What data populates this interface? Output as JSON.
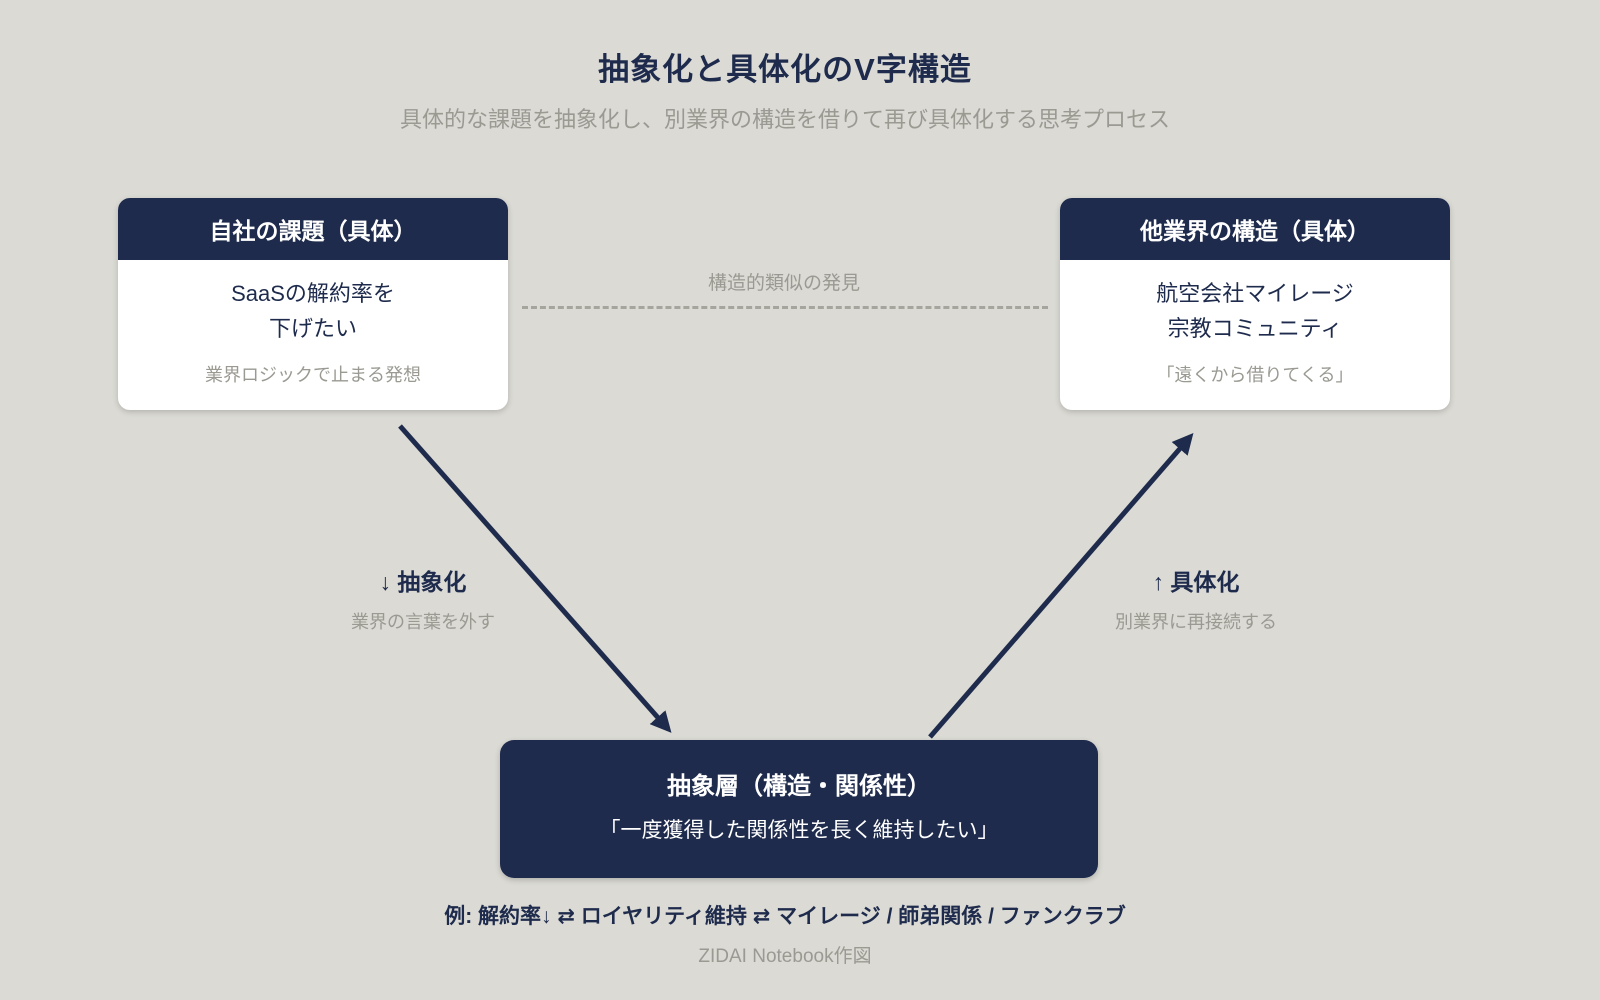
{
  "title": "抽象化と具体化のV字構造",
  "subtitle": "具体的な課題を抽象化し、別業界の構造を借りて再び具体化する思考プロセス",
  "left_box": {
    "header": "自社の課題（具体）",
    "line1": "SaaSの解約率を",
    "line2": "下げたい",
    "note": "業界ロジックで止まる発想"
  },
  "right_box": {
    "header": "他業界の構造（具体）",
    "line1": "航空会社マイレージ",
    "line2": "宗教コミュニティ",
    "note": "「遠くから借りてくる」"
  },
  "similarity_label": "構造的類似の発見",
  "abstraction_label": {
    "title": "↓ 抽象化",
    "note": "業界の言葉を外す"
  },
  "concretization_label": {
    "title": "↑ 具体化",
    "note": "別業界に再接続する"
  },
  "center_box": {
    "title": "抽象層（構造・関係性）",
    "subtitle": "「一度獲得した関係性を長く維持したい」"
  },
  "example_line": "例: 解約率↓ ⇄ ロイヤリティ維持 ⇄ マイレージ / 師弟関係 / ファンクラブ",
  "credit": "ZIDAI Notebook作図",
  "colors": {
    "navy": "#1e2b4c",
    "background": "#dbdad4",
    "muted_gray": "#9a9992",
    "dash_gray": "#a5a49d",
    "white": "#ffffff"
  }
}
